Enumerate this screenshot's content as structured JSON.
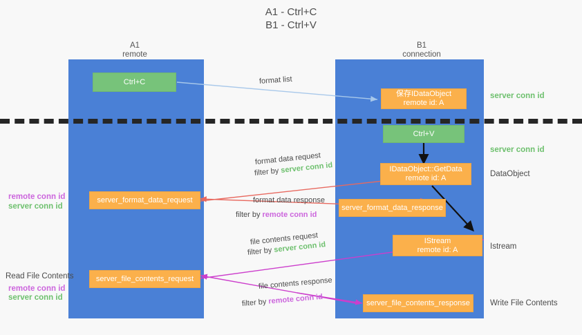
{
  "title": {
    "line1": "A1 - Ctrl+C",
    "line2": "B1 - Ctrl+V"
  },
  "columns": [
    {
      "name": "A1",
      "sub": "remote"
    },
    {
      "name": "B1",
      "sub": "connection"
    }
  ],
  "colors": {
    "panel": "#4a80d6",
    "box_orange": "#fbb04b",
    "box_green": "#77c37a",
    "server_conn_id": "#6ec06e",
    "remote_conn_id": "#cc66dd",
    "arrow_format": "#e8695f",
    "arrow_file": "#cc3ecc",
    "arrow_formatlist": "#a8c8ea",
    "arrow_black": "#111111",
    "divider": "#262626",
    "background": "#f8f8f8"
  },
  "boxes": {
    "ctrl_c": {
      "label": "Ctrl+C"
    },
    "ctrl_v": {
      "label": "Ctrl+V"
    },
    "save_idataobject": {
      "line1": "保存IDataObject",
      "line2": "remote id: A"
    },
    "getdata": {
      "line1": "IDataObject::GetData",
      "line2": "remote id: A"
    },
    "istream": {
      "line1": "IStream",
      "line2": "remote id: A"
    },
    "format_data_request": {
      "label": "server_format_data_request"
    },
    "format_data_response": {
      "label": "server_format_data_response"
    },
    "file_contents_request": {
      "label": "server_file_contents_request"
    },
    "file_contents_response": {
      "label": "server_file_contents_response"
    }
  },
  "right_labels": [
    {
      "text": "server conn id",
      "kind": "green"
    },
    {
      "text": "server conn id",
      "kind": "green"
    },
    {
      "text": "DataObject",
      "kind": "plain"
    },
    {
      "text": "Istream",
      "kind": "plain"
    },
    {
      "text": "Write File Contents",
      "kind": "plain"
    }
  ],
  "left_labels": {
    "group1": {
      "remote": "remote conn id",
      "server": "server conn id"
    },
    "read_file_contents": "Read File Contents",
    "group2": {
      "remote": "remote conn id",
      "server": "server conn id"
    }
  },
  "arrow_labels": {
    "format_list": "format list",
    "format_data_request": {
      "line1": "format data request",
      "filter_prefix": "filter by ",
      "filter_key": "server conn id"
    },
    "format_data_response": {
      "line1": "format data response",
      "filter_prefix": "filter by ",
      "filter_key": "remote conn id"
    },
    "file_contents_request": {
      "line1": "file contents request",
      "filter_prefix": "filter by ",
      "filter_key": "server conn id"
    },
    "file_contents_response": {
      "line1": "file contents response",
      "filter_prefix": "filter by ",
      "filter_key": "remote conn id"
    }
  }
}
